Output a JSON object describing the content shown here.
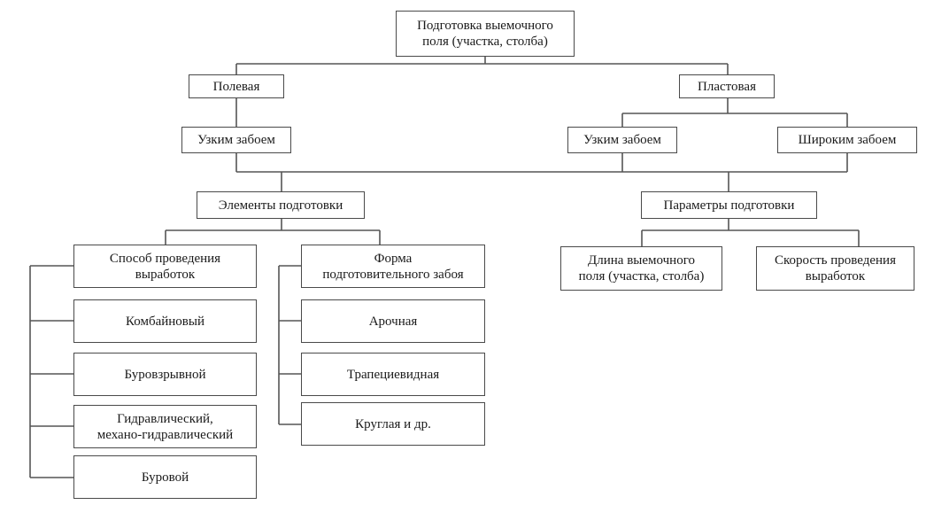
{
  "diagram": {
    "title": "Подготовка выемочного поля (участка, столба)",
    "nodes": {
      "root": "Подготовка выемочного\nполя (участка, столба)",
      "field": "Полевая",
      "seam": "Пластовая",
      "field_narrow": "Узким забоем",
      "seam_narrow": "Узким забоем",
      "seam_wide": "Широким забоем",
      "elements": "Элементы подготовки",
      "parameters": "Параметры подготовки",
      "method": "Способ проведения\nвыработок",
      "shape": "Форма\nподготовительного забоя",
      "length": "Длина выемочного\nполя (участка, столба)",
      "speed": "Скорость проведения\nвыработок"
    },
    "methods": [
      "Комбайновый",
      "Буровзрывной",
      "Гидравлический,\nмехано-гидравлический",
      "Буровой"
    ],
    "shapes": [
      "Арочная",
      "Трапециевидная",
      "Круглая и др."
    ]
  }
}
